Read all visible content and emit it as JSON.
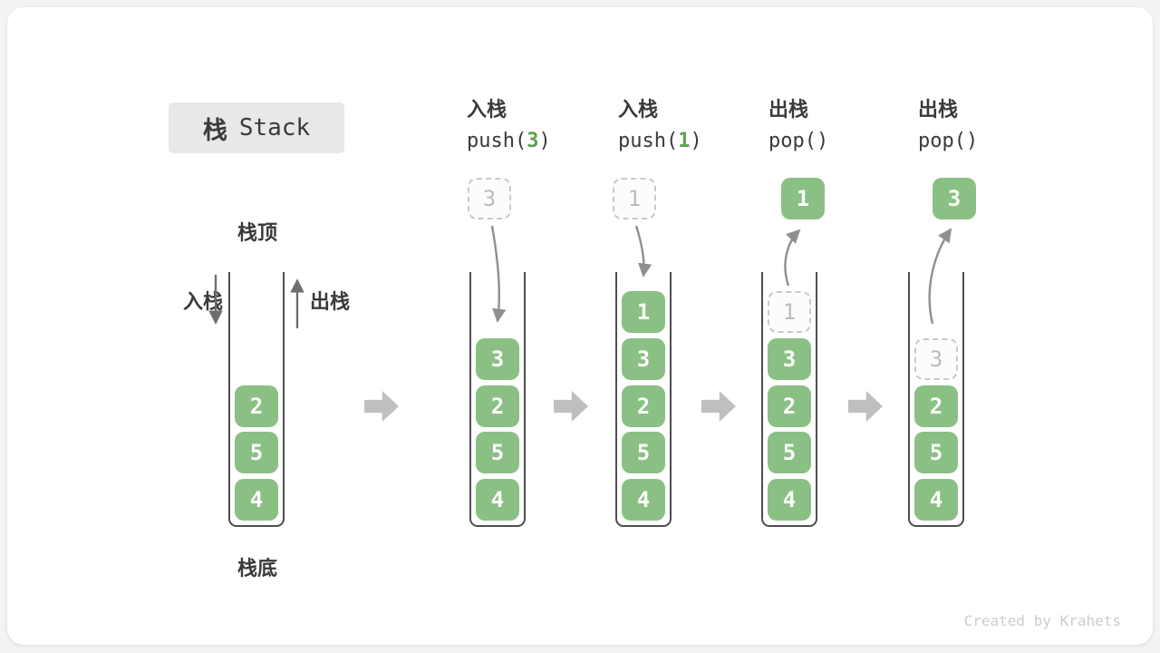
{
  "title_badge": {
    "zh": "栈",
    "en": "Stack"
  },
  "side_labels": {
    "top": "栈顶",
    "bottom": "栈底",
    "push": "入栈",
    "pop": "出栈"
  },
  "watermark": "Created by Krahets",
  "colors": {
    "element_green": "#8BC084",
    "code_arg_green": "#5CA14E",
    "curve_arrow_gray": "#8F8F8F",
    "block_arrow_gray": "#BFBFBF",
    "badge_bg": "#E8E8E8",
    "text_dark": "#3A3A3A",
    "ghost_border": "#C9C9C9",
    "ghost_text": "#BCBCBC"
  },
  "steps": [
    {
      "stack": [
        "2",
        "5",
        "4"
      ]
    },
    {
      "header": {
        "title": "入栈",
        "code_pre": "push(",
        "code_arg": "3",
        "code_post": ")"
      },
      "floating_value": "3",
      "stack": [
        "3",
        "2",
        "5",
        "4"
      ]
    },
    {
      "header": {
        "title": "入栈",
        "code_pre": "push(",
        "code_arg": "1",
        "code_post": ")"
      },
      "floating_value": "1",
      "stack": [
        "1",
        "3",
        "2",
        "5",
        "4"
      ]
    },
    {
      "header": {
        "title": "出栈",
        "code_pre": "pop()",
        "code_arg": "",
        "code_post": ""
      },
      "floating_value": "1",
      "ghost_value": "1",
      "stack": [
        "3",
        "2",
        "5",
        "4"
      ]
    },
    {
      "header": {
        "title": "出栈",
        "code_pre": "pop()",
        "code_arg": "",
        "code_post": ""
      },
      "floating_value": "3",
      "ghost_value": "3",
      "stack": [
        "2",
        "5",
        "4"
      ]
    }
  ]
}
